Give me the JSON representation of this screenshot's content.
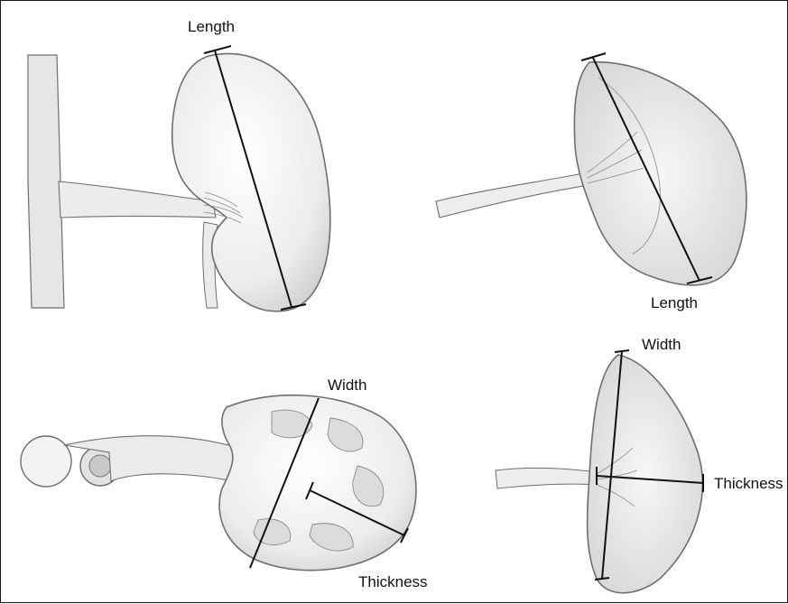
{
  "figure": {
    "panels": [
      {
        "id": "top-left",
        "labels": [
          "Length"
        ]
      },
      {
        "id": "top-right",
        "labels": [
          "Length"
        ]
      },
      {
        "id": "bottom-left",
        "labels": [
          "Width",
          "Thickness"
        ]
      },
      {
        "id": "bottom-right",
        "labels": [
          "Width",
          "Thickness"
        ]
      }
    ],
    "colors": {
      "ink": "#1a1a1a",
      "pencil": "#6e6e6e",
      "shade": "#d6d6d6",
      "paper": "#ffffff"
    }
  }
}
